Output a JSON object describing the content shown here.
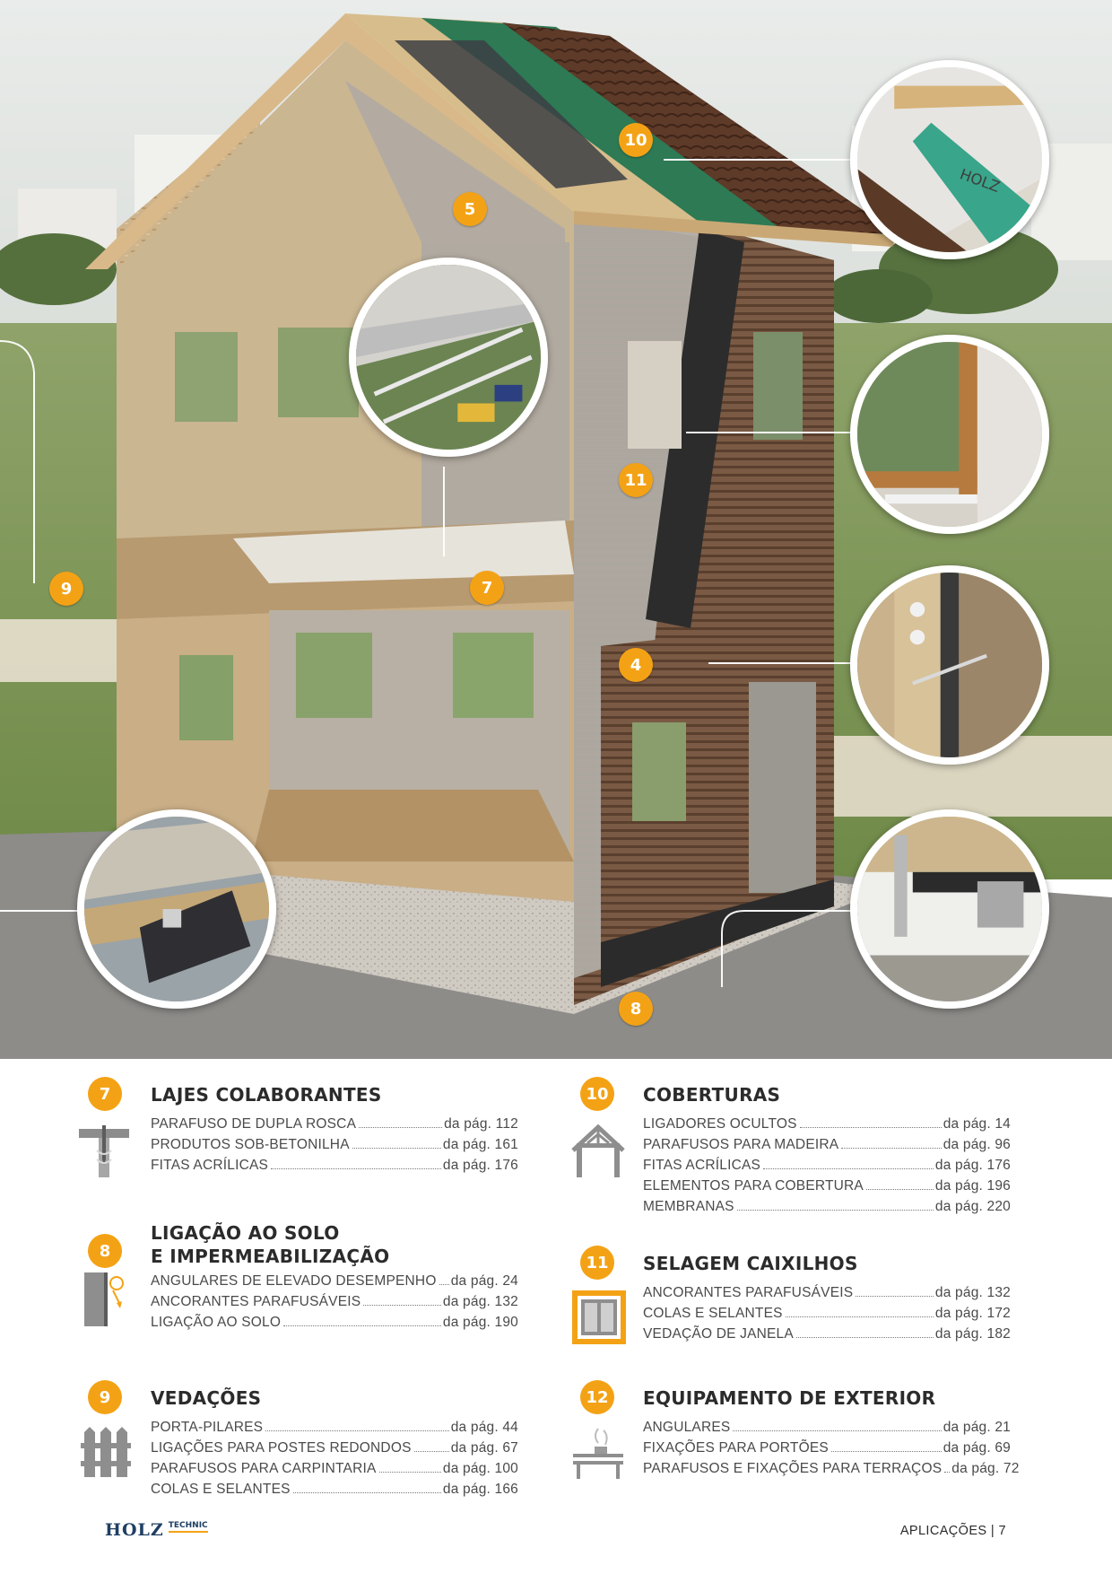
{
  "markers": [
    "5",
    "7",
    "9",
    "10",
    "11",
    "4",
    "8"
  ],
  "sections": [
    {
      "number": "7",
      "title_lines": [
        "LAJES COLABORANTES"
      ],
      "icon": "slab-screw-icon",
      "items": [
        {
          "name": "PARAFUSO DE DUPLA ROSCA",
          "page": "da pág. 112"
        },
        {
          "name": "PRODUTOS SOB-BETONILHA",
          "page": "da pág. 161"
        },
        {
          "name": "FITAS ACRÍLICAS",
          "page": "da pág. 176"
        }
      ]
    },
    {
      "number": "8",
      "title_lines": [
        "LIGAÇÃO AO SOLO",
        "E IMPERMEABILIZAÇÃO"
      ],
      "icon": "ground-connection-icon",
      "items": [
        {
          "name": "ANGULARES DE ELEVADO DESEMPENHO",
          "page": "da pág. 24"
        },
        {
          "name": "ANCORANTES PARAFUSÁVEIS",
          "page": "da pág. 132"
        },
        {
          "name": "LIGAÇÃO AO SOLO",
          "page": "da pág. 190"
        }
      ]
    },
    {
      "number": "9",
      "title_lines": [
        "VEDAÇÕES"
      ],
      "icon": "fence-icon",
      "items": [
        {
          "name": "PORTA-PILARES",
          "page": "da pág. 44"
        },
        {
          "name": "LIGAÇÕES PARA POSTES REDONDOS",
          "page": "da pág. 67"
        },
        {
          "name": "PARAFUSOS PARA CARPINTARIA",
          "page": "da pág. 100"
        },
        {
          "name": "COLAS E SELANTES",
          "page": "da pág. 166"
        }
      ]
    },
    {
      "number": "10",
      "title_lines": [
        "COBERTURAS"
      ],
      "icon": "roof-truss-icon",
      "items": [
        {
          "name": "LIGADORES OCULTOS",
          "page": "da pág. 14"
        },
        {
          "name": "PARAFUSOS PARA MADEIRA",
          "page": "da pág. 96"
        },
        {
          "name": "FITAS ACRÍLICAS",
          "page": "da pág. 176"
        },
        {
          "name": "ELEMENTOS PARA COBERTURA",
          "page": "da pág. 196"
        },
        {
          "name": "MEMBRANAS",
          "page": "da pág. 220"
        }
      ]
    },
    {
      "number": "11",
      "title_lines": [
        "SELAGEM CAIXILHOS"
      ],
      "icon": "window-frame-icon",
      "items": [
        {
          "name": "ANCORANTES PARAFUSÁVEIS",
          "page": "da pág. 132"
        },
        {
          "name": "COLAS E SELANTES",
          "page": "da pág. 172"
        },
        {
          "name": "VEDAÇÃO DE JANELA",
          "page": "da pág. 182"
        }
      ]
    },
    {
      "number": "12",
      "title_lines": [
        "EQUIPAMENTO DE EXTERIOR"
      ],
      "icon": "terrace-icon",
      "items": [
        {
          "name": "ANGULARES",
          "page": "da pág. 21"
        },
        {
          "name": "FIXAÇÕES PARA PORTÕES",
          "page": "da pág. 69"
        },
        {
          "name": "PARAFUSOS E FIXAÇÕES PARA TERRAÇOS",
          "page": "da pág. 72"
        }
      ]
    }
  ],
  "footer": {
    "brand": "HOLZ",
    "brand_suffix": "TECHNIC",
    "section_label": "APLICAÇÕES | 7"
  },
  "colors": {
    "accent": "#f4a215",
    "brand": "#1f3f63"
  }
}
